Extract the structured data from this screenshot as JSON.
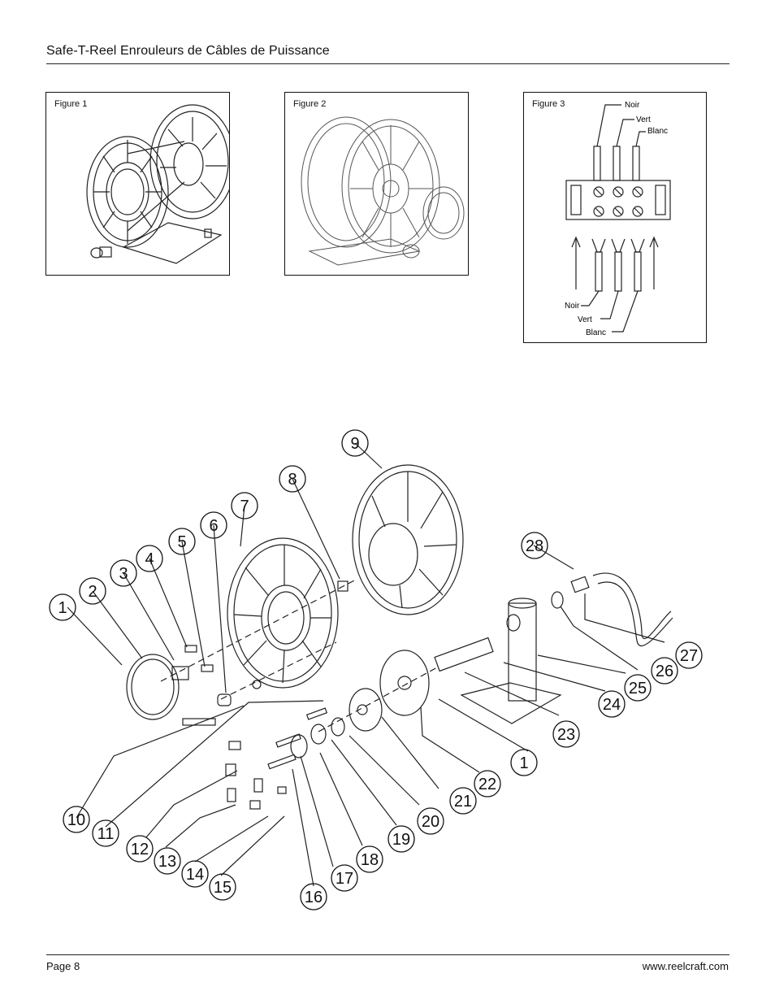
{
  "header": {
    "title": "Safe-T-Reel Enrouleurs de Câbles de Puissance"
  },
  "figures": [
    {
      "label": "Figure 1"
    },
    {
      "label": "Figure 2"
    },
    {
      "label": "Figure 3",
      "wires_top": [
        "Noir",
        "Vert",
        "Blanc"
      ],
      "wires_bottom": [
        "Noir",
        "Vert",
        "Blanc"
      ]
    }
  ],
  "callouts": [
    "1",
    "2",
    "3",
    "4",
    "5",
    "6",
    "7",
    "8",
    "9",
    "10",
    "11",
    "12",
    "13",
    "14",
    "15",
    "16",
    "17",
    "18",
    "19",
    "20",
    "21",
    "22",
    "23",
    "24",
    "25",
    "26",
    "27",
    "28",
    "1"
  ],
  "footer": {
    "page": "Page 8",
    "website": "www.reelcraft.com"
  }
}
